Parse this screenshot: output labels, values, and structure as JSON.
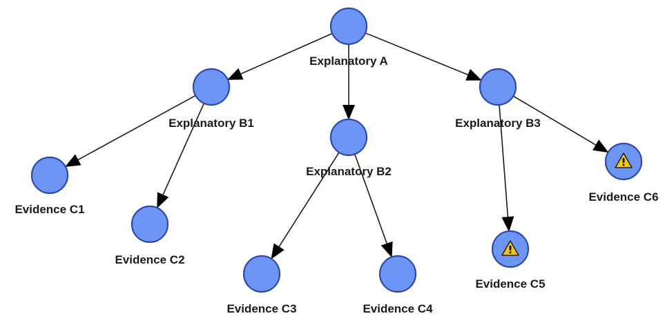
{
  "diagram": {
    "nodes": [
      {
        "id": "A",
        "label": "Explanatory A",
        "warning": false
      },
      {
        "id": "B1",
        "label": "Explanatory B1",
        "warning": false
      },
      {
        "id": "B2",
        "label": "Explanatory B2",
        "warning": false
      },
      {
        "id": "B3",
        "label": "Explanatory B3",
        "warning": false
      },
      {
        "id": "C1",
        "label": "Evidence C1",
        "warning": false
      },
      {
        "id": "C2",
        "label": "Evidence C2",
        "warning": false
      },
      {
        "id": "C3",
        "label": "Evidence C3",
        "warning": false
      },
      {
        "id": "C4",
        "label": "Evidence C4",
        "warning": false
      },
      {
        "id": "C5",
        "label": "Evidence C5",
        "warning": true,
        "icon": "warning-icon"
      },
      {
        "id": "C6",
        "label": "Evidence C6",
        "warning": true,
        "icon": "warning-icon"
      }
    ],
    "edges": [
      {
        "from": "A",
        "to": "B1"
      },
      {
        "from": "A",
        "to": "B2"
      },
      {
        "from": "A",
        "to": "B3"
      },
      {
        "from": "B1",
        "to": "C1"
      },
      {
        "from": "B1",
        "to": "C2"
      },
      {
        "from": "B2",
        "to": "C3"
      },
      {
        "from": "B2",
        "to": "C4"
      },
      {
        "from": "B3",
        "to": "C5"
      },
      {
        "from": "B3",
        "to": "C6"
      }
    ],
    "colors": {
      "node_fill": "#6d96f4",
      "node_stroke": "#2c48a8",
      "edge": "#1a1a1a",
      "warning_fill": "#f5c518"
    }
  }
}
